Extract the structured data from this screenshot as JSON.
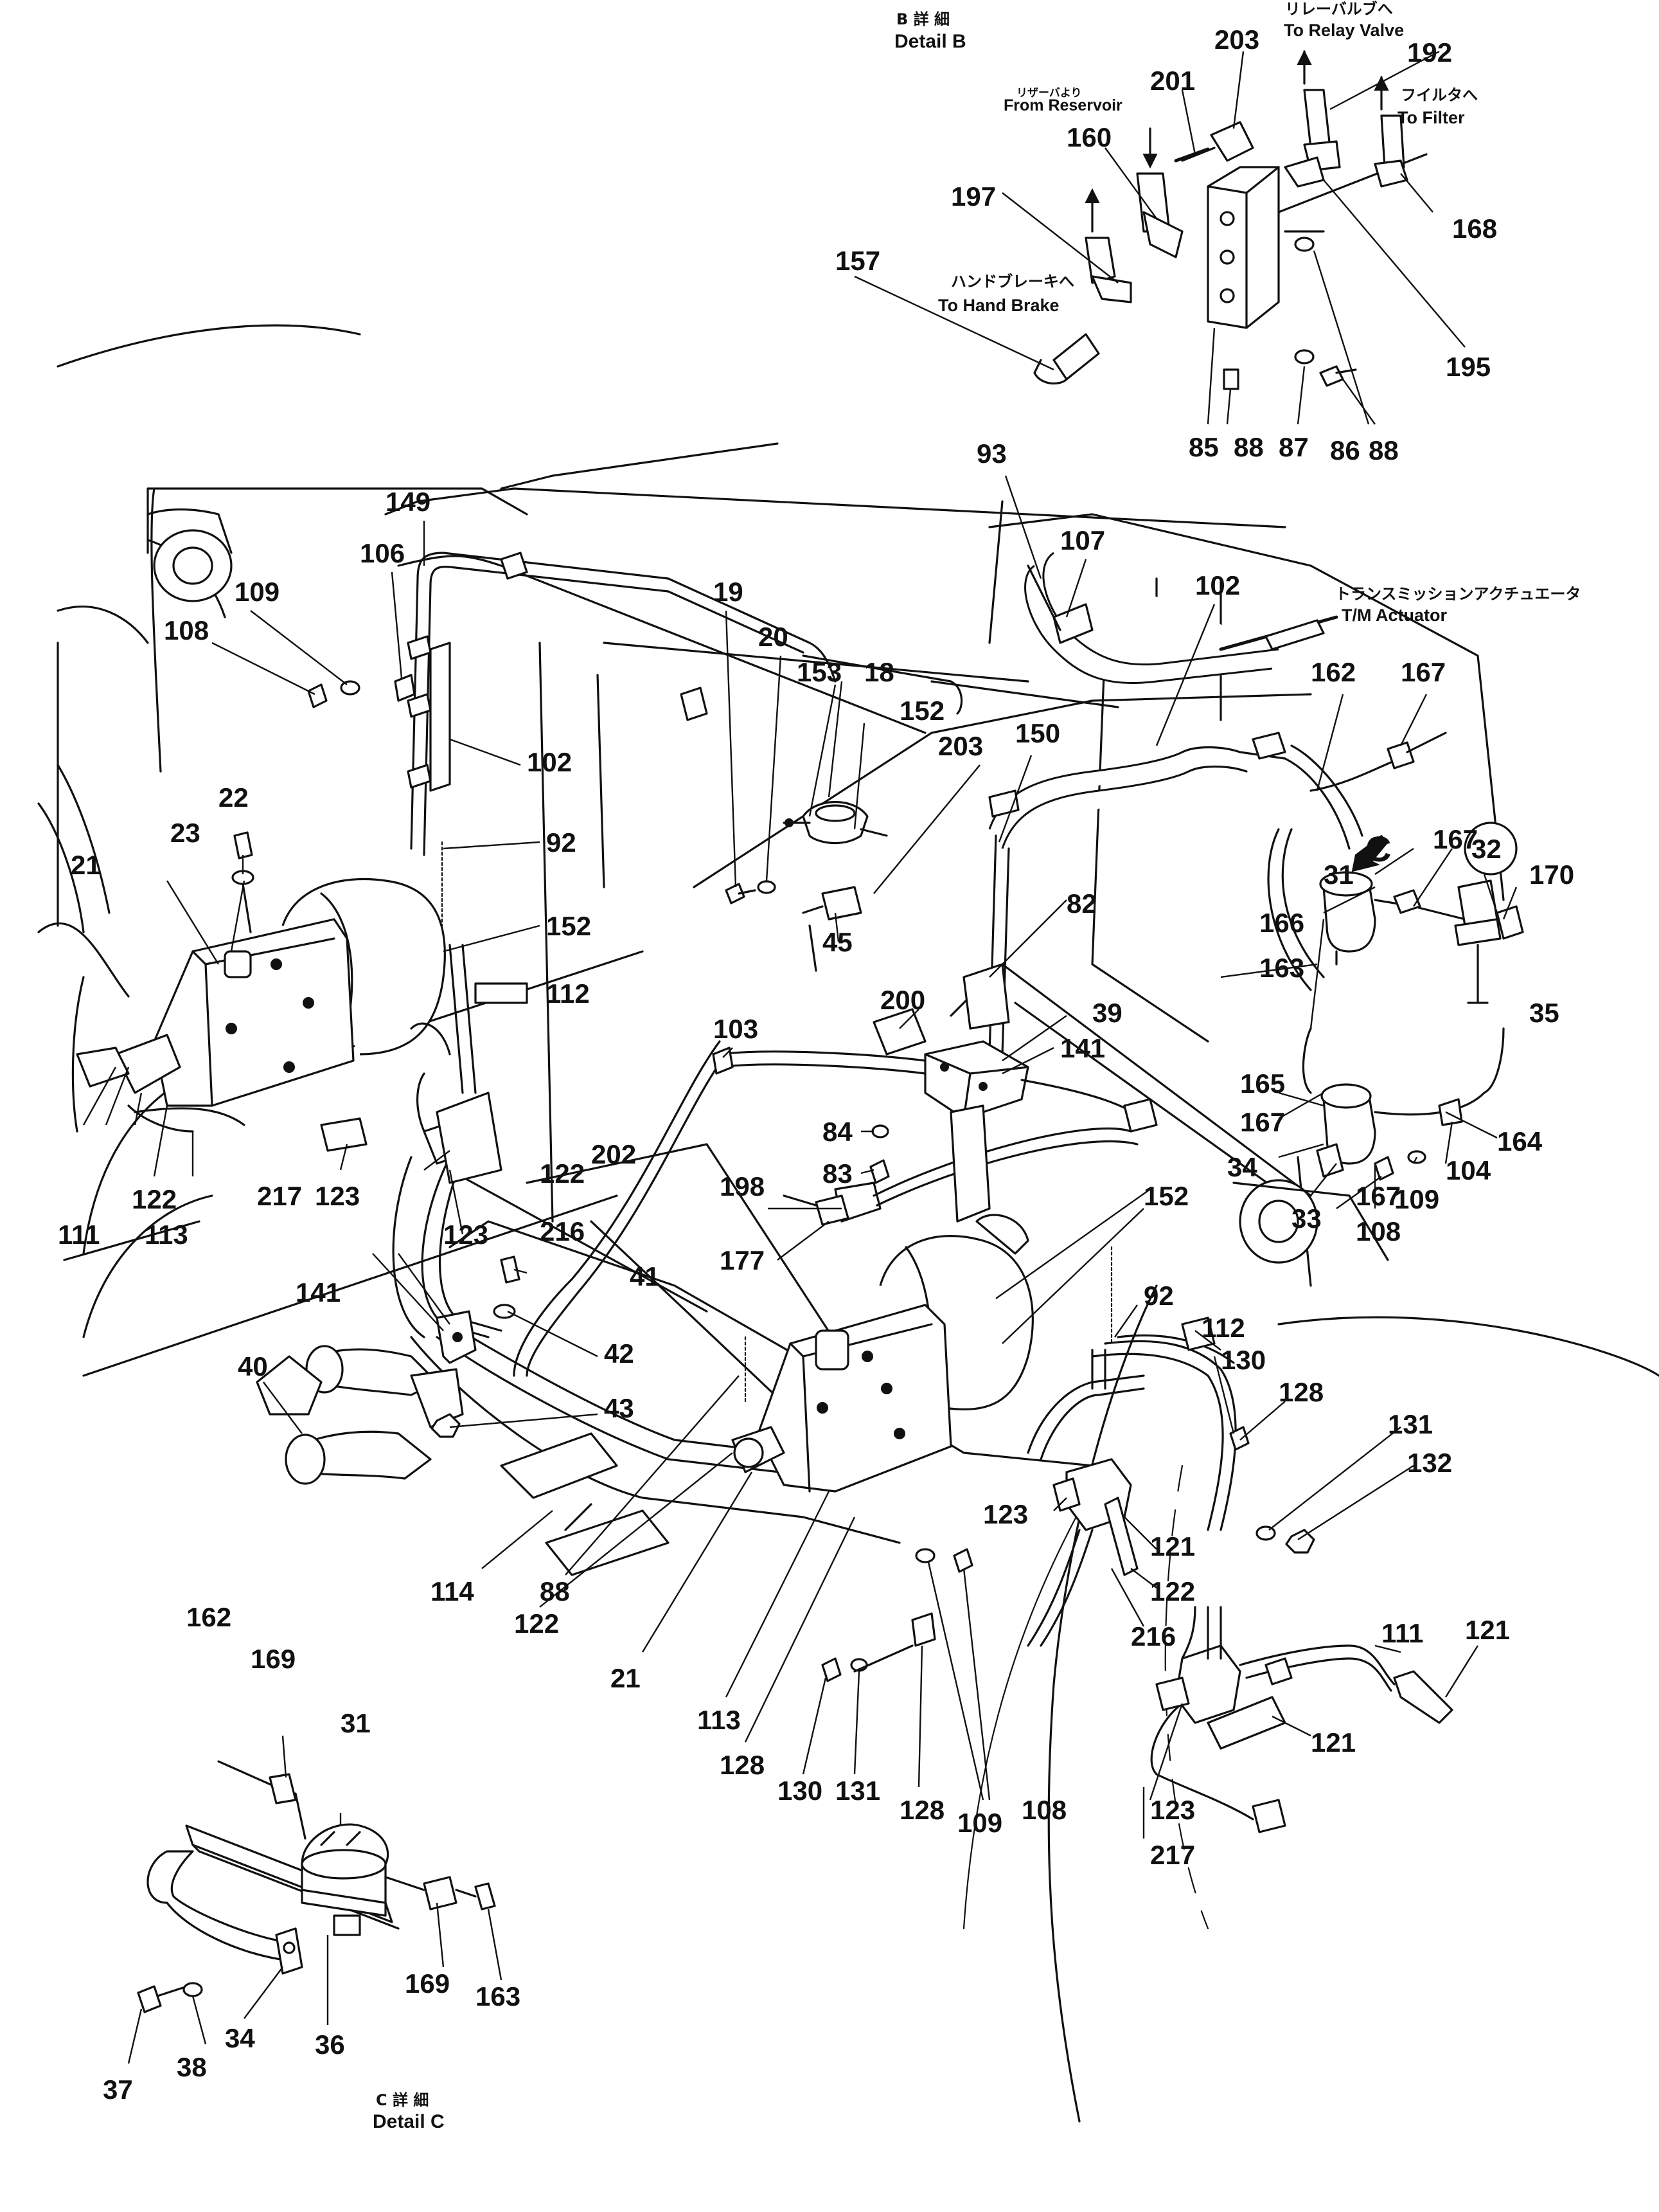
{
  "detail_b": {
    "jp": "B 詳 細",
    "en": "Detail B"
  },
  "detail_c": {
    "jp": "C 詳 細",
    "en": "Detail C"
  },
  "detail_c_marker": "C",
  "notes": {
    "to_relay_valve_jp": "リレーバルブへ",
    "to_relay_valve_en": "To Relay Valve",
    "from_reservoir_jp": "リザーバより",
    "from_reservoir_en": "From Reservoir",
    "to_filter_jp": "フイルタへ",
    "to_filter_en": "To Filter",
    "to_hand_brake_jp": "ハンドブレーキへ",
    "to_hand_brake_en": "To Hand Brake",
    "tm_actuator_jp": "トランスミッションアクチュエータ",
    "tm_actuator_en": "T/M Actuator"
  },
  "callouts": [
    "203",
    "192",
    "201",
    "160",
    "168",
    "197",
    "157",
    "195",
    "85",
    "88",
    "87",
    "86",
    "88",
    "93",
    "107",
    "102",
    "162",
    "167",
    "149",
    "106",
    "109",
    "108",
    "102",
    "19",
    "20",
    "153",
    "18",
    "152",
    "203",
    "150",
    "22",
    "23",
    "21",
    "92",
    "152",
    "112",
    "45",
    "167",
    "32",
    "31",
    "170",
    "166",
    "163",
    "35",
    "82",
    "39",
    "200",
    "141",
    "103",
    "84",
    "83",
    "165",
    "167",
    "34",
    "33",
    "167",
    "109",
    "104",
    "164",
    "108",
    "122",
    "111",
    "113",
    "217",
    "123",
    "122",
    "123",
    "216",
    "202",
    "198",
    "177",
    "152",
    "41",
    "141",
    "42",
    "40",
    "43",
    "114",
    "88",
    "122",
    "21",
    "113",
    "128",
    "92",
    "112",
    "130",
    "128",
    "131",
    "132",
    "123",
    "121",
    "122",
    "216",
    "111",
    "121",
    "121",
    "130",
    "131",
    "128",
    "109",
    "108",
    "123",
    "217",
    "162",
    "169",
    "31",
    "169",
    "36",
    "163",
    "34",
    "38",
    "37"
  ]
}
